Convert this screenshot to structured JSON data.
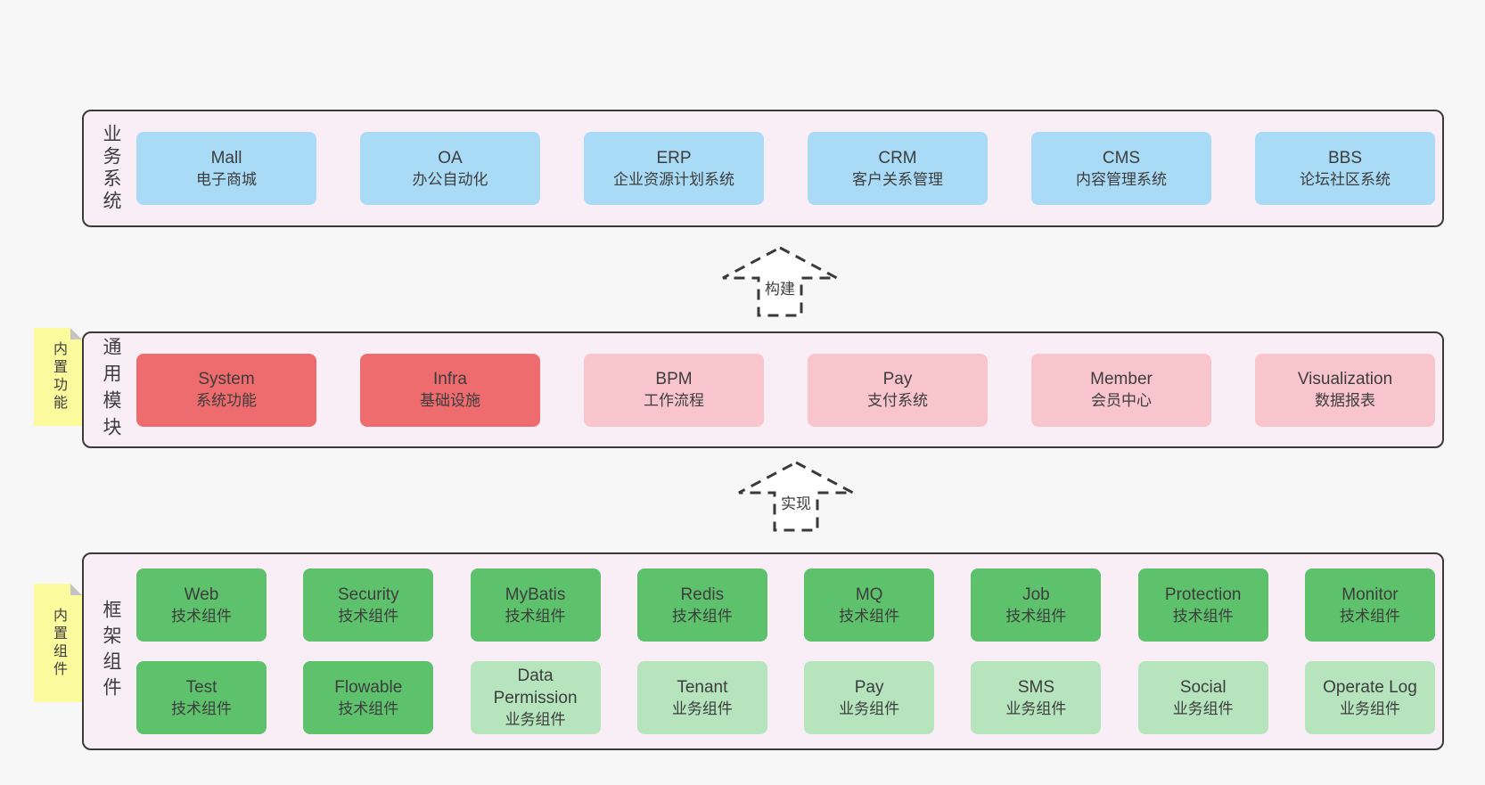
{
  "canvas": {
    "background": "#f7f7f7"
  },
  "colors": {
    "section_fill": "#f9edf6",
    "section_border": "#3a3a3a",
    "business_box_blue": "#a9dbf6",
    "module_box_red": "#ee6b6e",
    "module_box_pink": "#f9c5cd",
    "component_box_green": "#5ec26d",
    "component_box_green_light": "#b5e4bd",
    "note_yellow": "#fbfb9e",
    "note_fold_gray": "#c4c4c4",
    "text": "#3d3d3d"
  },
  "notes": [
    {
      "text": "内置功能"
    },
    {
      "text": "内置组件"
    }
  ],
  "arrows": [
    {
      "label": "构建"
    },
    {
      "label": "实现"
    }
  ],
  "sections": [
    {
      "label": "业务系统",
      "boxes": [
        {
          "name": "Mall",
          "subtitle": "电子商城"
        },
        {
          "name": "OA",
          "subtitle": "办公自动化"
        },
        {
          "name": "ERP",
          "subtitle": "企业资源计划系统"
        },
        {
          "name": "CRM",
          "subtitle": "客户关系管理"
        },
        {
          "name": "CMS",
          "subtitle": "内容管理系统"
        },
        {
          "name": "BBS",
          "subtitle": "论坛社区系统"
        }
      ]
    },
    {
      "label": "通用模块",
      "boxes": [
        {
          "name": "System",
          "subtitle": "系统功能"
        },
        {
          "name": "Infra",
          "subtitle": "基础设施"
        },
        {
          "name": "BPM",
          "subtitle": "工作流程"
        },
        {
          "name": "Pay",
          "subtitle": "支付系统"
        },
        {
          "name": "Member",
          "subtitle": "会员中心"
        },
        {
          "name": "Visualization",
          "subtitle": "数据报表"
        }
      ]
    },
    {
      "label": "框架组件",
      "row1": [
        {
          "name": "Web",
          "subtitle": "技术组件"
        },
        {
          "name": "Security",
          "subtitle": "技术组件"
        },
        {
          "name": "MyBatis",
          "subtitle": "技术组件"
        },
        {
          "name": "Redis",
          "subtitle": "技术组件"
        },
        {
          "name": "MQ",
          "subtitle": "技术组件"
        },
        {
          "name": "Job",
          "subtitle": "技术组件"
        },
        {
          "name": "Protection",
          "subtitle": "技术组件"
        },
        {
          "name": "Monitor",
          "subtitle": "技术组件"
        }
      ],
      "row2": [
        {
          "name": "Test",
          "subtitle": "技术组件"
        },
        {
          "name": "Flowable",
          "subtitle": "技术组件"
        },
        {
          "name": "Data Permission",
          "subtitle": "业务组件"
        },
        {
          "name": "Tenant",
          "subtitle": "业务组件"
        },
        {
          "name": "Pay",
          "subtitle": "业务组件"
        },
        {
          "name": "SMS",
          "subtitle": "业务组件"
        },
        {
          "name": "Social",
          "subtitle": "业务组件"
        },
        {
          "name": "Operate Log",
          "subtitle": "业务组件"
        }
      ]
    }
  ]
}
